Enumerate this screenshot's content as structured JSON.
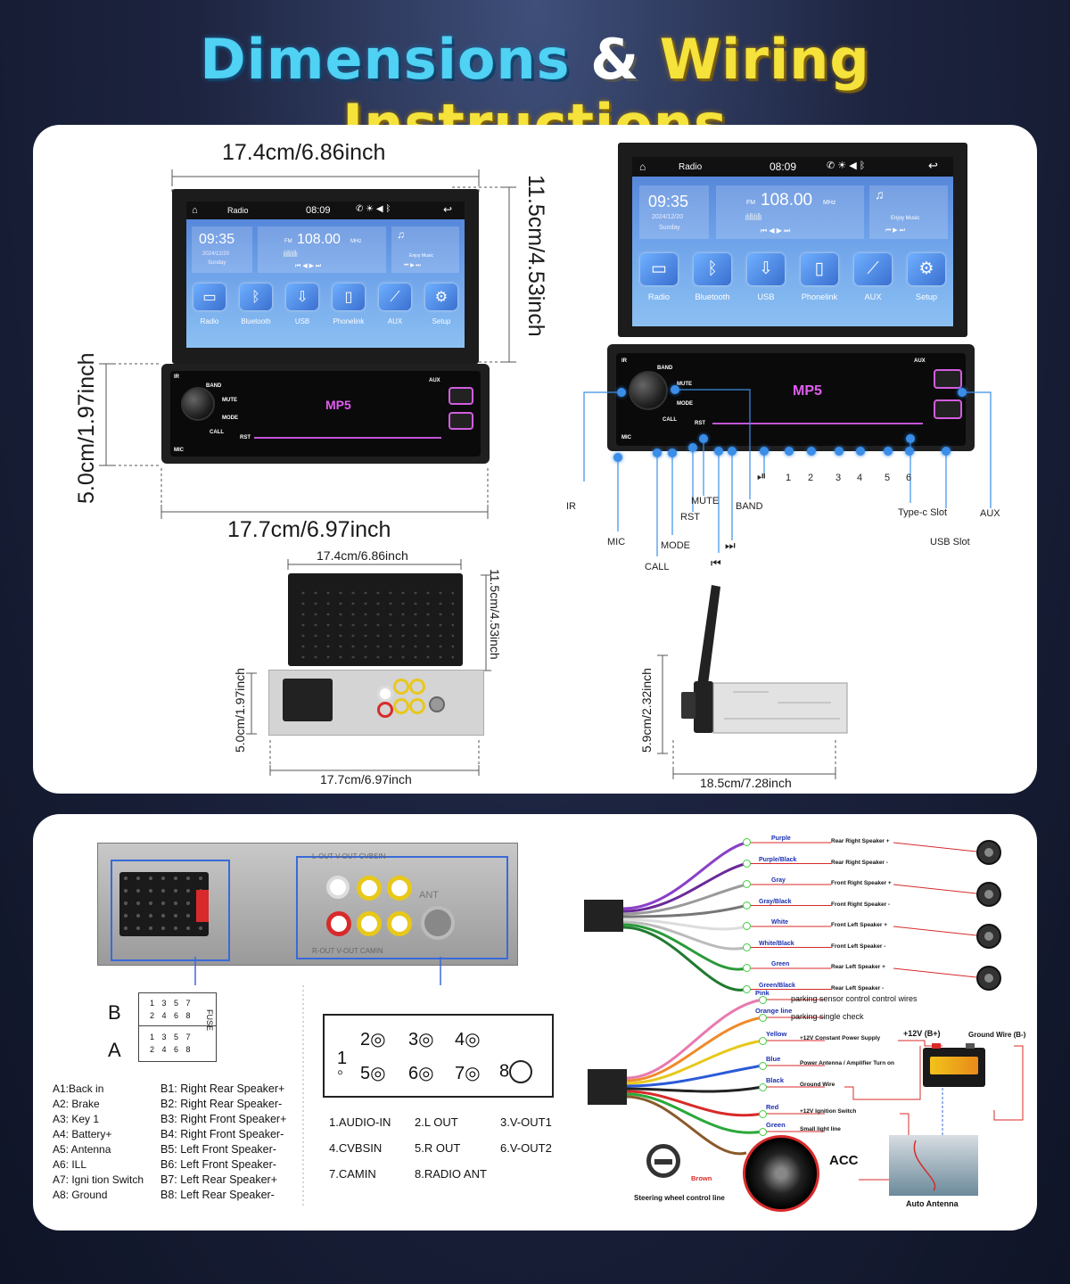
{
  "title": {
    "part1": "Dimensions",
    "part2": "&",
    "part3": "Wiring Instructions"
  },
  "screen": {
    "topbar_app": "Radio",
    "topbar_time": "08:09",
    "clock": "09:35",
    "date": "2024/12/20",
    "day": "Sunday",
    "fm": "FM",
    "freq": "108.00",
    "mhz": "MHz",
    "music": "Enjoy Music",
    "apps": [
      "Radio",
      "Bluetooth",
      "USB",
      "Phonelink",
      "AUX",
      "Setup"
    ]
  },
  "faceplate": {
    "mp5": "MP5",
    "band": "BAND",
    "mute": "MUTE",
    "mode": "MODE",
    "call": "CALL",
    "ir": "IR",
    "mic": "MIC",
    "rst": "RST",
    "aux": "AUX",
    "nums": [
      "1",
      "2",
      "3",
      "4",
      "5",
      "6"
    ]
  },
  "dims_front": {
    "top_width": "17.4cm/6.86inch",
    "screen_height": "11.5cm/4.53inch",
    "body_height": "5.0cm/1.97inch",
    "bottom_width": "17.7cm/6.97inch"
  },
  "dims_back": {
    "top_width": "17.4cm/6.86inch",
    "screen_height": "11.5cm/4.53inch",
    "body_height": "5.0cm/1.97inch",
    "bottom_width": "17.7cm/6.97inch"
  },
  "dims_side": {
    "height": "5.9cm/2.32inch",
    "depth": "18.5cm/7.28inch"
  },
  "callouts": {
    "ir": "IR",
    "mic": "MIC",
    "mode": "MODE",
    "call": "CALL",
    "rst": "RST",
    "mute": "MUTE",
    "band": "BAND",
    "prev": "⏮",
    "next": "⏭",
    "playpause": "⏯",
    "nums": [
      "1",
      "2",
      "3",
      "4",
      "5",
      "6"
    ],
    "typec": "Type-c Slot",
    "usb": "USB Slot",
    "aux": "AUX"
  },
  "connector": {
    "label_b": "B",
    "label_a": "A",
    "fuse": "FUSE",
    "top_print": "L-OUT V-OUT CVBSIN",
    "bot_print": "R-OUT V-OUT CAMIN",
    "ant": "ANT"
  },
  "pins_a": [
    "A1:Back  in",
    "A2: Brake",
    "A3: Key 1",
    "A4: Battery+",
    "A5: Antenna",
    "A6: ILL",
    "A7:  Igni tion Switch",
    "A8: Ground"
  ],
  "pins_b": [
    "B1: Right Rear Speaker+",
    "B2: Right Rear Speaker-",
    "B3: Right Front Speaker+",
    "B4: Right Front Speaker-",
    "B5: Left Front Speaker-",
    "B6: Left Front Speaker-",
    "B7: Left Rear Speaker+",
    "B8: Left Rear Speaker-"
  ],
  "rca": {
    "nums": [
      "1",
      "2",
      "3",
      "4",
      "5",
      "6",
      "7",
      "8"
    ],
    "legend": [
      "1.AUDIO-IN",
      "2.L OUT",
      "3.V-OUT1",
      "4.CVBSIN",
      "5.R OUT",
      "6.V-OUT2",
      "7.CAMIN",
      "8.RADIO ANT"
    ]
  },
  "speaker_wires": [
    {
      "color": "Purple",
      "func": "Rear Right Speaker +",
      "hex": "#8a3fc8"
    },
    {
      "color": "Purple/Black",
      "func": "Rear Right Speaker -",
      "hex": "#6a2a9a"
    },
    {
      "color": "Gray",
      "func": "Front Right Speaker +",
      "hex": "#9a9a9a"
    },
    {
      "color": "Gray/Black",
      "func": "Front Right Speaker -",
      "hex": "#777777"
    },
    {
      "color": "White",
      "func": "Front Left Speaker +",
      "hex": "#dddddd"
    },
    {
      "color": "White/Black",
      "func": "Front Left Speaker -",
      "hex": "#bbbbbb"
    },
    {
      "color": "Green",
      "func": "Rear Left Speaker +",
      "hex": "#2a9a3a"
    },
    {
      "color": "Green/Black",
      "func": "Rear Left Speaker -",
      "hex": "#1f7a2f"
    }
  ],
  "power_wires": [
    {
      "color": "Pink",
      "func": "parking sensor control control wires",
      "hex": "#e87ab0"
    },
    {
      "color": "Orange line",
      "func": "parking single check",
      "hex": "#f08a2a"
    },
    {
      "color": "Yellow",
      "func": "+12V Constant Power Supply",
      "hex": "#e8c81a"
    },
    {
      "color": "Blue",
      "func": "Power Antenna / Amplifier Turn on",
      "hex": "#2a5ad8"
    },
    {
      "color": "Black",
      "func": "Ground Wire",
      "hex": "#222222"
    },
    {
      "color": "Red",
      "func": "+12V  Ignition Switch",
      "hex": "#d82a2a"
    },
    {
      "color": "Green",
      "func": "Small light line",
      "hex": "#2aa83a"
    },
    {
      "color": "Brown",
      "func": "",
      "hex": "#8a5a2a"
    }
  ],
  "battery": {
    "pos": "+12V  (B+)",
    "neg": "Ground Wire (B-)"
  },
  "acc": "ACC",
  "steering": "Steering wheel control line",
  "antenna": "Auto Antenna"
}
